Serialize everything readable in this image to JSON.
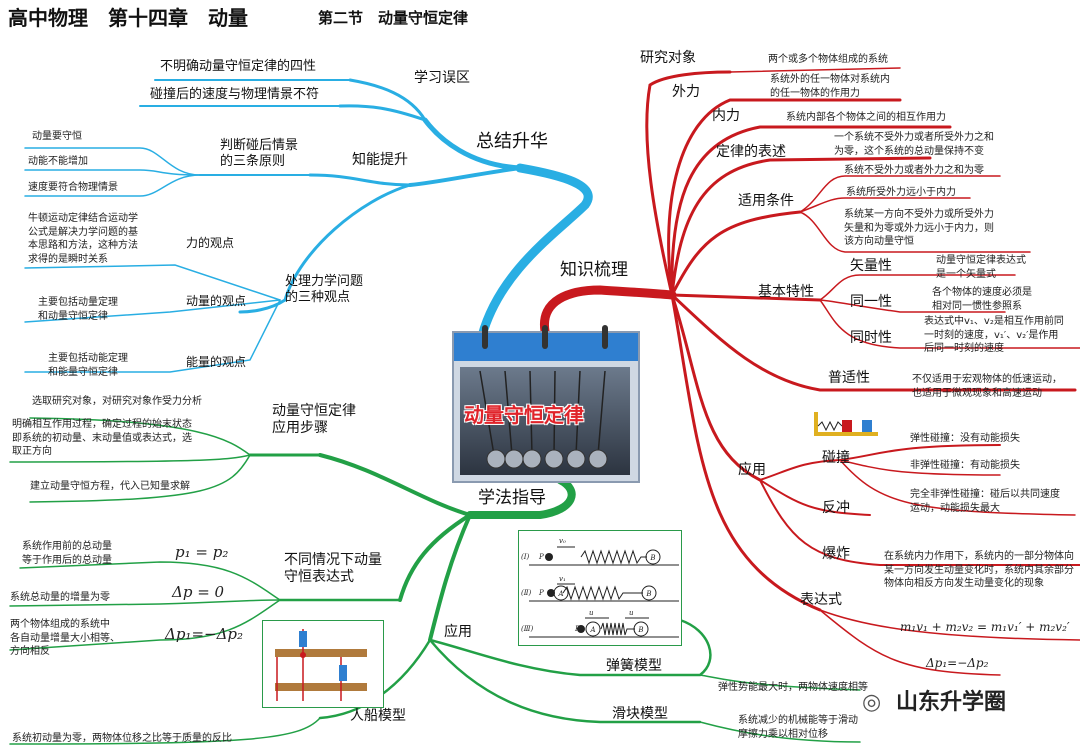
{
  "title": "高中物理　第十四章　动量",
  "subtitle": "第二节　动量守恒定律",
  "center": "动量守恒定律",
  "watermark": "山东升学圈",
  "blue": {
    "summary": "总结升华",
    "mistakes": {
      "label": "学习误区",
      "items": [
        "不明确动量守恒定律的四性",
        "碰撞后的速度与物理情景不符"
      ]
    },
    "energy": {
      "label": "知能提升",
      "judge": "判断碰后情景\n的三条原则",
      "rules": [
        "动量要守恒",
        "动能不能增加",
        "速度要符合物理情景"
      ],
      "three_views": "处理力学问题\n的三种观点",
      "views": [
        {
          "label": "力的观点",
          "note": "牛顿运动定律结合运动学\n公式是解决力学问题的基\n本思路和方法，这种方法\n求得的是瞬时关系"
        },
        {
          "label": "动量的观点",
          "note": "主要包括动量定理\n和动量守恒定律"
        },
        {
          "label": "能量的观点",
          "note": "主要包括动能定理\n和能量守恒定律"
        }
      ]
    }
  },
  "green": {
    "guide": "学法指导",
    "steps_label": "动量守恒定律\n应用步骤",
    "steps": [
      "选取研究对象，对研究对象作受力分析",
      "明确相互作用过程，确定过程的始末状态\n即系统的初动量、末动量值或表达式，选\n取正方向",
      "建立动量守恒方程，代入已知量求解"
    ],
    "forms_label": "不同情况下动量\n守恒表达式",
    "forms": [
      {
        "formula": "p₁ = p₂",
        "note": "系统作用前的总动量\n等于作用后的总动量"
      },
      {
        "formula": "Δp = 0",
        "note": "系统总动量的增量为零"
      },
      {
        "formula": "Δp₁=−Δp₂",
        "note": "两个物体组成的系统中\n各自动量增量大小相等、\n方向相反"
      }
    ],
    "apply": "应用",
    "spring": {
      "label": "弹簧模型",
      "note": "弹性势能最大时，两物体速度相等"
    },
    "slider": {
      "label": "滑块模型",
      "note": "系统减少的机械能等于滑动\n摩擦力乘以相对位移"
    },
    "boat": {
      "label": "人船模型",
      "note": "系统初动量为零，两物体位移之比等于质量的反比"
    },
    "spring_rows": [
      "(Ⅰ)",
      "(Ⅱ)",
      "(Ⅲ)"
    ],
    "spring_syms": {
      "v0": "v₀",
      "v1": "v₁",
      "u": "u",
      "P": "P",
      "A": "A",
      "B": "B"
    }
  },
  "red": {
    "knowledge": "知识梳理",
    "object": {
      "label": "研究对象",
      "note": "两个或多个物体组成的系统"
    },
    "external": {
      "label": "外力",
      "note": "系统外的任一物体对系统内\n的任一物体的作用力"
    },
    "internal": {
      "label": "内力",
      "note": "系统内部各个物体之间的相互作用力"
    },
    "statement": {
      "label": "定律的表述",
      "note": "一个系统不受外力或者所受外力之和\n为零，这个系统的总动量保持不变"
    },
    "conditions": {
      "label": "适用条件",
      "items": [
        "系统不受外力或者外力之和为零",
        "系统所受外力远小于内力",
        "系统某一方向不受外力或所受外力\n矢量和为零或外力远小于内力，则\n该方向动量守恒"
      ]
    },
    "features": {
      "label": "基本特性",
      "items": [
        {
          "label": "矢量性",
          "note": "动量守恒定律表达式\n是一个矢量式"
        },
        {
          "label": "同一性",
          "note": "各个物体的速度必须是\n相对同一惯性参照系"
        },
        {
          "label": "同时性",
          "note": "表达式中v₁、v₂是相互作用前同\n一时刻的速度，v₁′、v₂′是作用\n后同一时刻的速度"
        }
      ]
    },
    "universal": {
      "label": "普适性",
      "note": "不仅适用于宏观物体的低速运动，\n也适用于微观现象和高速运动"
    },
    "application": {
      "label": "应用",
      "collision": "碰撞",
      "collision_types": [
        "弹性碰撞：没有动能损失",
        "非弹性碰撞：有动能损失",
        "完全非弹性碰撞：碰后以共同速度\n运动，动能损失最大"
      ],
      "recoil": "反冲",
      "explosion": "爆炸",
      "recoil_note": "在系统内力作用下，系统内的一部分物体向\n某一方向发生动量变化时，系统内其余部分\n物体向相反方向发生动量变化的现象"
    },
    "expression": {
      "label": "表达式",
      "formulas": [
        "m₁v₁ + m₂v₂ = m₁v₁′ + m₂v₂′",
        "Δp₁=−Δp₂"
      ]
    }
  },
  "colors": {
    "blue": "#29aee3",
    "green": "#22a046",
    "red": "#c8191e"
  }
}
